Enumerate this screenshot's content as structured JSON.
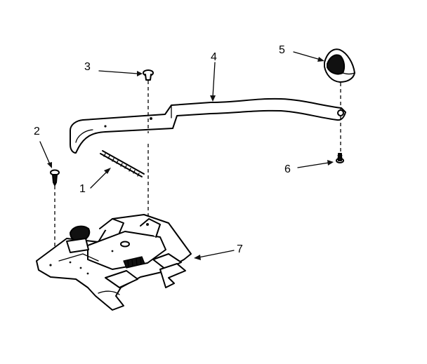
{
  "callouts": [
    {
      "id": "1",
      "text": "1",
      "part": "spring"
    },
    {
      "id": "2",
      "text": "2",
      "part": "screw"
    },
    {
      "id": "3",
      "text": "3",
      "part": "rivet"
    },
    {
      "id": "4",
      "text": "4",
      "part": "lever-arm"
    },
    {
      "id": "5",
      "text": "5",
      "part": "handle-knob"
    },
    {
      "id": "6",
      "text": "6",
      "part": "screw"
    },
    {
      "id": "7",
      "text": "7",
      "part": "latch-assembly"
    }
  ],
  "colors": {
    "ink": "#000000",
    "paper": "#ffffff"
  }
}
